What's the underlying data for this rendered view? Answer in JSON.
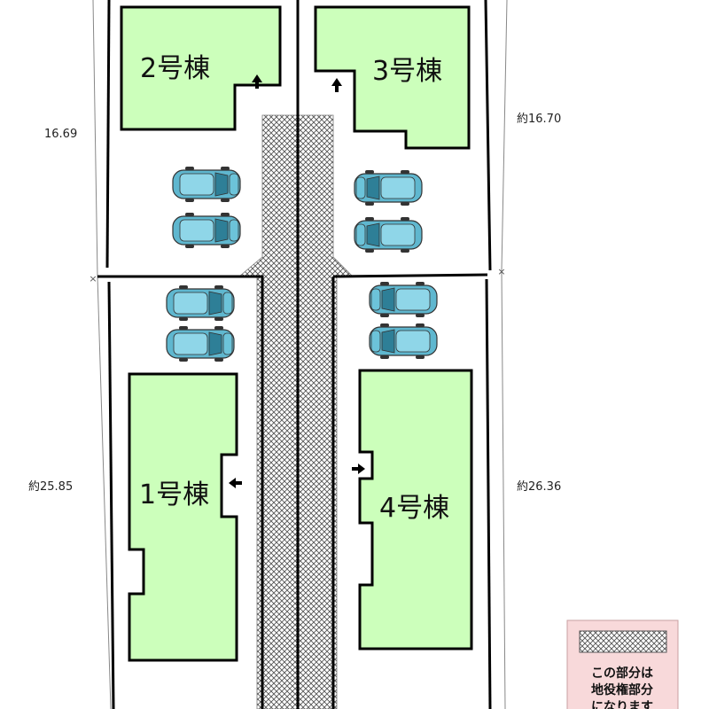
{
  "dimensions": {
    "left_top": "16.69",
    "right_top": "約16.70",
    "left_bottom": "約25.85",
    "right_bottom": "約26.36"
  },
  "buildings": [
    {
      "id": "b1",
      "label": "1号棟"
    },
    {
      "id": "b2",
      "label": "2号棟"
    },
    {
      "id": "b3",
      "label": "3号棟"
    },
    {
      "id": "b4",
      "label": "4号棟"
    }
  ],
  "legend": {
    "line1": "この部分は",
    "line2": "地役権部分",
    "line3": "になります"
  },
  "colors": {
    "building_fill": "#ccffbb",
    "car_body": "#5fb7cf",
    "legend_bg": "#f8d9da",
    "line": "#000000"
  }
}
